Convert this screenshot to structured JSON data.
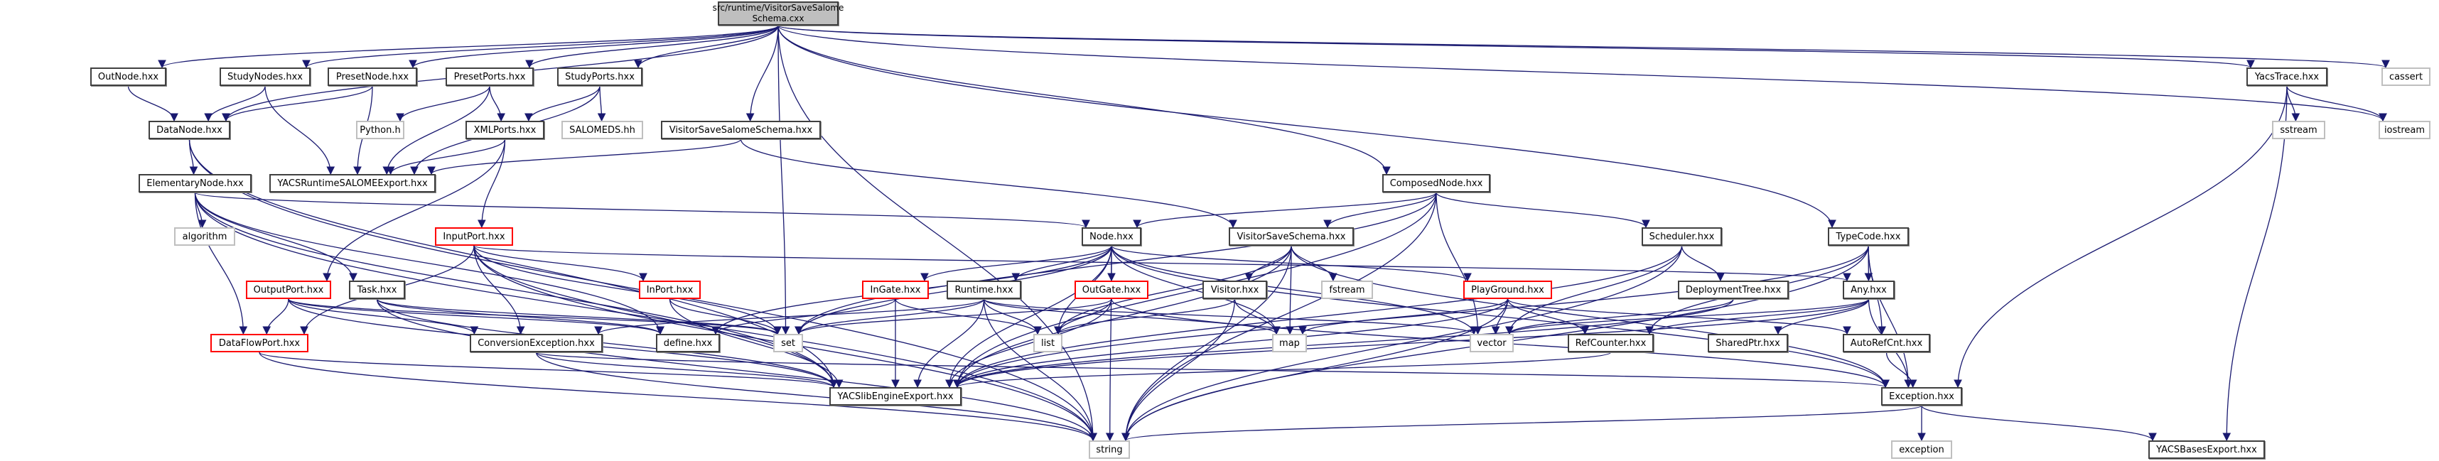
{
  "title": "src/runtime/VisitorSaveSalomeSchema.cxx",
  "colors": {
    "edge": "#191970",
    "node_border": "#404040",
    "external_border": "#bfbfbf",
    "incomplete_border": "#ff0000",
    "root_fill": "#bfbfbf"
  },
  "nodes": [
    {
      "id": "root",
      "label": "src/runtime/VisitorSaveSalome\nSchema.cxx",
      "kind": "root"
    },
    {
      "id": "OutNode",
      "label": "OutNode.hxx",
      "kind": "normal"
    },
    {
      "id": "StudyNodes",
      "label": "StudyNodes.hxx",
      "kind": "normal"
    },
    {
      "id": "PresetNode",
      "label": "PresetNode.hxx",
      "kind": "normal"
    },
    {
      "id": "PresetPorts",
      "label": "PresetPorts.hxx",
      "kind": "normal"
    },
    {
      "id": "StudyPorts",
      "label": "StudyPorts.hxx",
      "kind": "normal"
    },
    {
      "id": "DataNode",
      "label": "DataNode.hxx",
      "kind": "normal"
    },
    {
      "id": "Python",
      "label": "Python.h",
      "kind": "ext"
    },
    {
      "id": "XMLPorts",
      "label": "XMLPorts.hxx",
      "kind": "normal"
    },
    {
      "id": "SALOMEDS",
      "label": "SALOMEDS.hh",
      "kind": "ext"
    },
    {
      "id": "VisitorSaveSalomeSchema",
      "label": "VisitorSaveSalomeSchema.hxx",
      "kind": "normal"
    },
    {
      "id": "YACSRuntimeSALOMEExport",
      "label": "YACSRuntimeSALOMEExport.hxx",
      "kind": "normal"
    },
    {
      "id": "ElementaryNode",
      "label": "ElementaryNode.hxx",
      "kind": "normal"
    },
    {
      "id": "algorithm",
      "label": "algorithm",
      "kind": "ext"
    },
    {
      "id": "InputPort",
      "label": "InputPort.hxx",
      "kind": "red"
    },
    {
      "id": "ComposedNode",
      "label": "ComposedNode.hxx",
      "kind": "normal"
    },
    {
      "id": "Node",
      "label": "Node.hxx",
      "kind": "normal"
    },
    {
      "id": "VisitorSaveSchema",
      "label": "VisitorSaveSchema.hxx",
      "kind": "normal"
    },
    {
      "id": "Scheduler",
      "label": "Scheduler.hxx",
      "kind": "normal"
    },
    {
      "id": "TypeCode",
      "label": "TypeCode.hxx",
      "kind": "normal"
    },
    {
      "id": "YacsTrace",
      "label": "YacsTrace.hxx",
      "kind": "normal"
    },
    {
      "id": "cassert",
      "label": "cassert",
      "kind": "ext"
    },
    {
      "id": "sstream",
      "label": "sstream",
      "kind": "ext"
    },
    {
      "id": "iostream",
      "label": "iostream",
      "kind": "ext"
    },
    {
      "id": "OutputPort",
      "label": "OutputPort.hxx",
      "kind": "red"
    },
    {
      "id": "Task",
      "label": "Task.hxx",
      "kind": "normal"
    },
    {
      "id": "InPort",
      "label": "InPort.hxx",
      "kind": "red"
    },
    {
      "id": "InGate",
      "label": "InGate.hxx",
      "kind": "red"
    },
    {
      "id": "Runtime",
      "label": "Runtime.hxx",
      "kind": "normal"
    },
    {
      "id": "OutGate",
      "label": "OutGate.hxx",
      "kind": "red"
    },
    {
      "id": "Visitor",
      "label": "Visitor.hxx",
      "kind": "normal"
    },
    {
      "id": "fstream",
      "label": "fstream",
      "kind": "ext"
    },
    {
      "id": "PlayGround",
      "label": "PlayGround.hxx",
      "kind": "red"
    },
    {
      "id": "DeploymentTree",
      "label": "DeploymentTree.hxx",
      "kind": "normal"
    },
    {
      "id": "Any",
      "label": "Any.hxx",
      "kind": "normal"
    },
    {
      "id": "DataFlowPort",
      "label": "DataFlowPort.hxx",
      "kind": "red"
    },
    {
      "id": "ConversionException",
      "label": "ConversionException.hxx",
      "kind": "normal"
    },
    {
      "id": "define",
      "label": "define.hxx",
      "kind": "normal"
    },
    {
      "id": "set",
      "label": "set",
      "kind": "ext"
    },
    {
      "id": "list",
      "label": "list",
      "kind": "ext"
    },
    {
      "id": "map",
      "label": "map",
      "kind": "ext"
    },
    {
      "id": "vector",
      "label": "vector",
      "kind": "ext"
    },
    {
      "id": "RefCounter",
      "label": "RefCounter.hxx",
      "kind": "normal"
    },
    {
      "id": "SharedPtr",
      "label": "SharedPtr.hxx",
      "kind": "normal"
    },
    {
      "id": "AutoRefCnt",
      "label": "AutoRefCnt.hxx",
      "kind": "normal"
    },
    {
      "id": "YACSlibEngineExport",
      "label": "YACSlibEngineExport.hxx",
      "kind": "normal"
    },
    {
      "id": "Exception",
      "label": "Exception.hxx",
      "kind": "normal"
    },
    {
      "id": "string",
      "label": "string",
      "kind": "ext"
    },
    {
      "id": "exception",
      "label": "exception",
      "kind": "ext"
    },
    {
      "id": "YACSBasesExport",
      "label": "YACSBasesExport.hxx",
      "kind": "normal"
    }
  ],
  "edges": [
    [
      "root",
      "OutNode"
    ],
    [
      "root",
      "StudyNodes"
    ],
    [
      "root",
      "PresetNode"
    ],
    [
      "root",
      "PresetPorts"
    ],
    [
      "root",
      "StudyPorts"
    ],
    [
      "root",
      "DataNode"
    ],
    [
      "root",
      "VisitorSaveSalomeSchema"
    ],
    [
      "root",
      "ComposedNode"
    ],
    [
      "root",
      "TypeCode"
    ],
    [
      "root",
      "YacsTrace"
    ],
    [
      "root",
      "cassert"
    ],
    [
      "root",
      "iostream"
    ],
    [
      "root",
      "set"
    ],
    [
      "root",
      "string"
    ],
    [
      "OutNode",
      "DataNode"
    ],
    [
      "StudyNodes",
      "DataNode"
    ],
    [
      "StudyNodes",
      "YACSRuntimeSALOMEExport"
    ],
    [
      "PresetNode",
      "DataNode"
    ],
    [
      "PresetNode",
      "YACSRuntimeSALOMEExport"
    ],
    [
      "PresetPorts",
      "Python"
    ],
    [
      "PresetPorts",
      "XMLPorts"
    ],
    [
      "PresetPorts",
      "YACSRuntimeSALOMEExport"
    ],
    [
      "StudyPorts",
      "XMLPorts"
    ],
    [
      "StudyPorts",
      "SALOMEDS"
    ],
    [
      "StudyPorts",
      "YACSRuntimeSALOMEExport"
    ],
    [
      "XMLPorts",
      "YACSRuntimeSALOMEExport"
    ],
    [
      "XMLPorts",
      "InputPort"
    ],
    [
      "XMLPorts",
      "OutputPort"
    ],
    [
      "VisitorSaveSalomeSchema",
      "YACSRuntimeSALOMEExport"
    ],
    [
      "VisitorSaveSalomeSchema",
      "VisitorSaveSchema"
    ],
    [
      "DataNode",
      "ElementaryNode"
    ],
    [
      "DataNode",
      "string"
    ],
    [
      "DataNode",
      "YACSlibEngineExport"
    ],
    [
      "ElementaryNode",
      "algorithm"
    ],
    [
      "ElementaryNode",
      "Task"
    ],
    [
      "ElementaryNode",
      "Node"
    ],
    [
      "ElementaryNode",
      "define"
    ],
    [
      "ElementaryNode",
      "string"
    ],
    [
      "ElementaryNode",
      "YACSlibEngineExport"
    ],
    [
      "ElementaryNode",
      "DataFlowPort"
    ],
    [
      "InputPort",
      "InPort"
    ],
    [
      "InputPort",
      "DataFlowPort"
    ],
    [
      "InputPort",
      "ConversionException"
    ],
    [
      "InputPort",
      "string"
    ],
    [
      "InputPort",
      "YACSlibEngineExport"
    ],
    [
      "InputPort",
      "Any"
    ],
    [
      "InputPort",
      "set"
    ],
    [
      "ComposedNode",
      "Node"
    ],
    [
      "ComposedNode",
      "VisitorSaveSchema"
    ],
    [
      "ComposedNode",
      "Scheduler"
    ],
    [
      "ComposedNode",
      "vector"
    ],
    [
      "ComposedNode",
      "set"
    ],
    [
      "ComposedNode",
      "string"
    ],
    [
      "ComposedNode",
      "YACSlibEngineExport"
    ],
    [
      "Node",
      "InGate"
    ],
    [
      "Node",
      "OutGate"
    ],
    [
      "Node",
      "Runtime"
    ],
    [
      "Node",
      "PlayGround"
    ],
    [
      "Node",
      "Exception"
    ],
    [
      "Node",
      "define"
    ],
    [
      "Node",
      "set"
    ],
    [
      "Node",
      "list"
    ],
    [
      "Node",
      "map"
    ],
    [
      "Node",
      "vector"
    ],
    [
      "Node",
      "string"
    ],
    [
      "Node",
      "YACSlibEngineExport"
    ],
    [
      "VisitorSaveSchema",
      "Visitor"
    ],
    [
      "VisitorSaveSchema",
      "fstream"
    ],
    [
      "VisitorSaveSchema",
      "map"
    ],
    [
      "VisitorSaveSchema",
      "list"
    ],
    [
      "VisitorSaveSchema",
      "YACSlibEngineExport"
    ],
    [
      "VisitorSaveSchema",
      "string"
    ],
    [
      "VisitorSaveSchema",
      "Exception"
    ],
    [
      "Scheduler",
      "DeploymentTree"
    ],
    [
      "Scheduler",
      "vector"
    ],
    [
      "Scheduler",
      "YACSlibEngineExport"
    ],
    [
      "Scheduler",
      "string"
    ],
    [
      "TypeCode",
      "Any"
    ],
    [
      "TypeCode",
      "RefCounter"
    ],
    [
      "TypeCode",
      "Exception"
    ],
    [
      "TypeCode",
      "string"
    ],
    [
      "TypeCode",
      "YACSlibEngineExport"
    ],
    [
      "TypeCode",
      "AutoRefCnt"
    ],
    [
      "YacsTrace",
      "sstream"
    ],
    [
      "YacsTrace",
      "iostream"
    ],
    [
      "YacsTrace",
      "Exception"
    ],
    [
      "YacsTrace",
      "YACSBasesExport"
    ],
    [
      "OutputPort",
      "DataFlowPort"
    ],
    [
      "OutputPort",
      "ConversionException"
    ],
    [
      "OutputPort",
      "set"
    ],
    [
      "OutputPort",
      "YACSlibEngineExport"
    ],
    [
      "OutputPort",
      "define"
    ],
    [
      "Task",
      "define"
    ],
    [
      "Task",
      "set"
    ],
    [
      "Task",
      "string"
    ],
    [
      "Task",
      "YACSlibEngineExport"
    ],
    [
      "InPort",
      "set"
    ],
    [
      "InPort",
      "YACSlibEngineExport"
    ],
    [
      "InGate",
      "list"
    ],
    [
      "InGate",
      "YACSlibEngineExport"
    ],
    [
      "InGate",
      "define"
    ],
    [
      "Runtime",
      "set"
    ],
    [
      "Runtime",
      "list"
    ],
    [
      "Runtime",
      "map"
    ],
    [
      "Runtime",
      "vector"
    ],
    [
      "Runtime",
      "string"
    ],
    [
      "Runtime",
      "YACSlibEngineExport"
    ],
    [
      "Runtime",
      "ConversionException"
    ],
    [
      "OutGate",
      "list"
    ],
    [
      "OutGate",
      "set"
    ],
    [
      "OutGate",
      "YACSlibEngineExport"
    ],
    [
      "OutGate",
      "Exception"
    ],
    [
      "Visitor",
      "list"
    ],
    [
      "Visitor",
      "map"
    ],
    [
      "Visitor",
      "string"
    ],
    [
      "PlayGround",
      "vector"
    ],
    [
      "PlayGround",
      "map"
    ],
    [
      "PlayGround",
      "string"
    ],
    [
      "PlayGround",
      "RefCounter"
    ],
    [
      "PlayGround",
      "AutoRefCnt"
    ],
    [
      "PlayGround",
      "YACSlibEngineExport"
    ],
    [
      "DeploymentTree",
      "vector"
    ],
    [
      "DeploymentTree",
      "YACSlibEngineExport"
    ],
    [
      "Any",
      "RefCounter"
    ],
    [
      "Any",
      "SharedPtr"
    ],
    [
      "Any",
      "Exception"
    ],
    [
      "Any",
      "vector"
    ],
    [
      "Any",
      "YACSlibEngineExport"
    ],
    [
      "DataFlowPort",
      "YACSlibEngineExport"
    ],
    [
      "DataFlowPort",
      "string"
    ],
    [
      "ConversionException",
      "Exception"
    ],
    [
      "ConversionException",
      "YACSlibEngineExport"
    ],
    [
      "ConversionException",
      "string"
    ],
    [
      "RefCounter",
      "YACSlibEngineExport"
    ],
    [
      "AutoRefCnt",
      "Exception"
    ],
    [
      "Exception",
      "exception"
    ],
    [
      "Exception",
      "string"
    ],
    [
      "Exception",
      "YACSBasesExport"
    ]
  ]
}
